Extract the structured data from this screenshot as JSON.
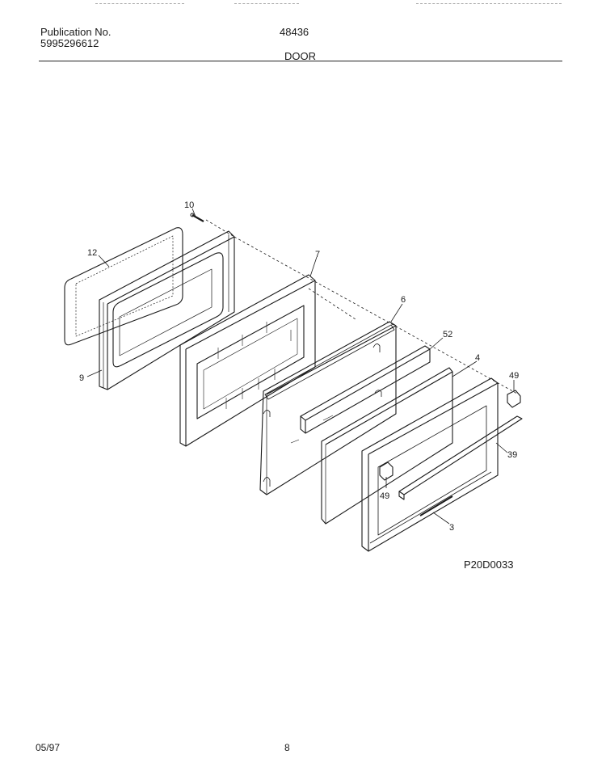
{
  "header": {
    "publication_label": "Publication No.",
    "publication_number": "5995296612",
    "model_number": "48436",
    "section_title": "DOOR"
  },
  "diagram": {
    "part_callouts": [
      "10",
      "12",
      "9",
      "7",
      "6",
      "52",
      "4",
      "49",
      "39",
      "49",
      "3"
    ],
    "figure_code": "P20D0033"
  },
  "footer": {
    "date": "05/97",
    "page_number": "8"
  },
  "colors": {
    "ink": "#1a1a1a",
    "paper": "#ffffff"
  }
}
